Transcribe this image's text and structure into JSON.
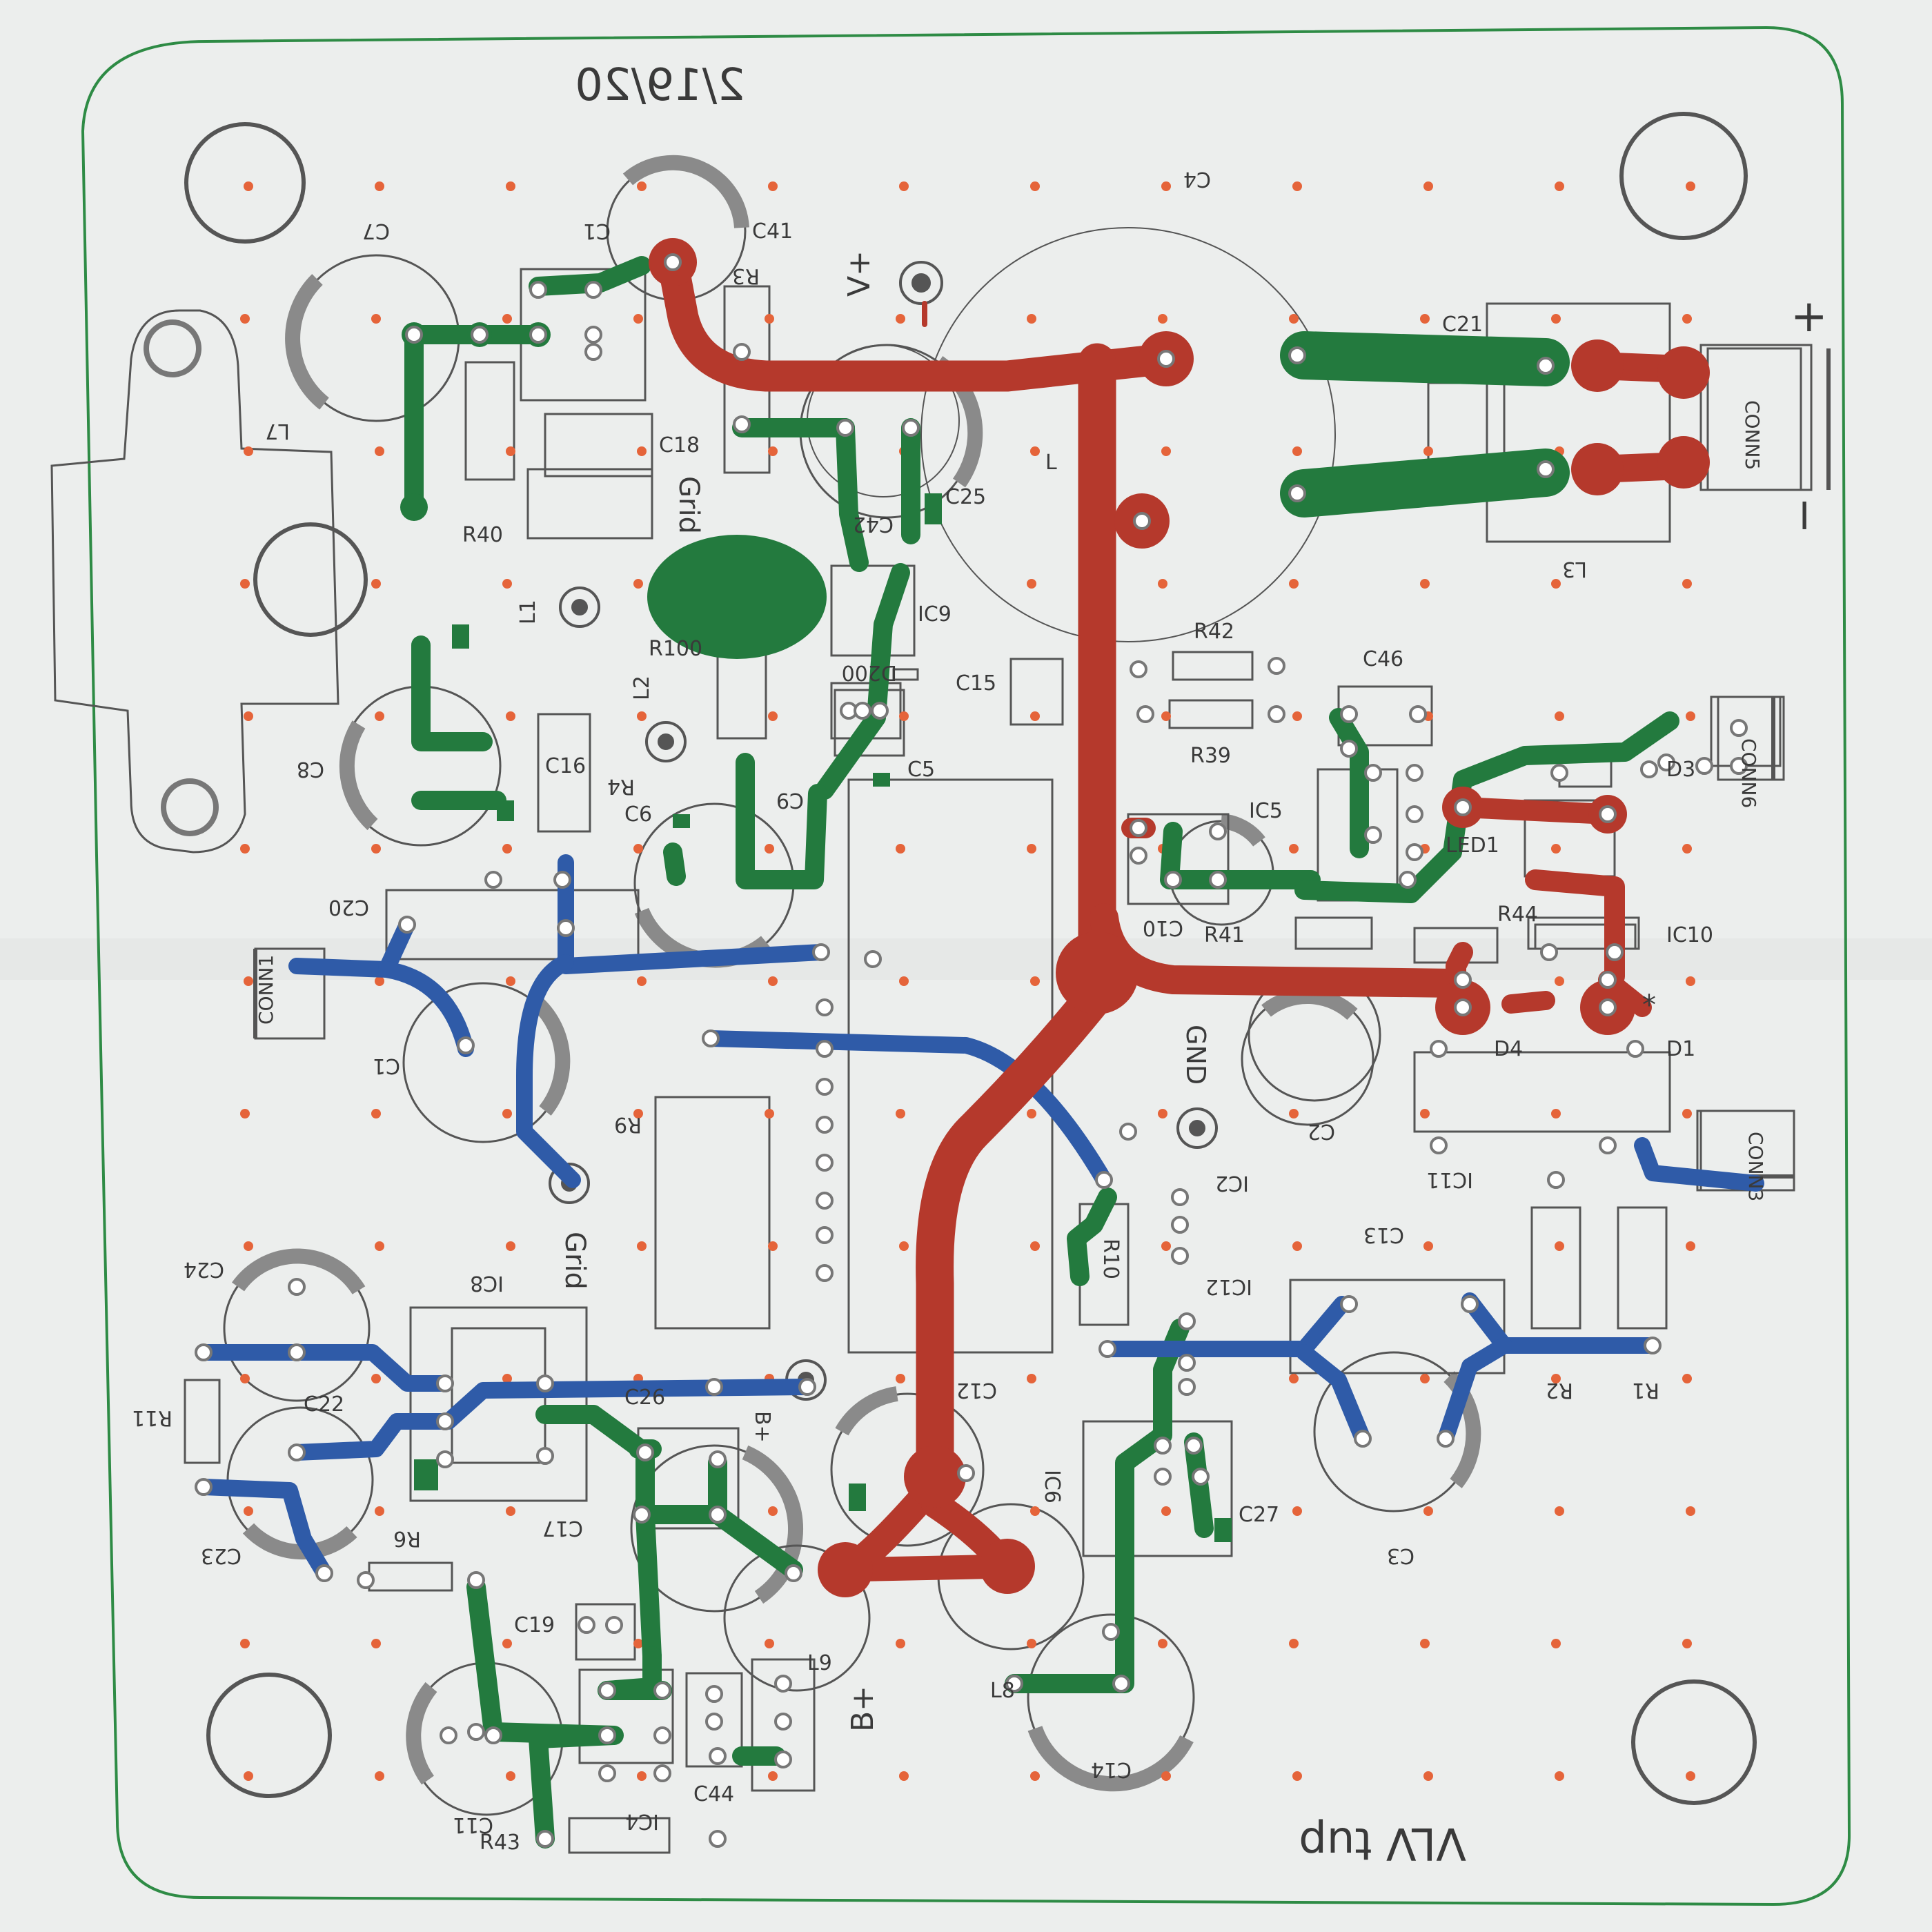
{
  "board": {
    "date_note": "2/19/20",
    "signature": "VLV tup",
    "colors": {
      "outline": "#2e8b45",
      "top_copper": "#b5392c",
      "mid_copper": "#237a3e",
      "bottom_copper": "#2f5ba8",
      "silkscreen": "#444444",
      "grid_dot": "#e5643a",
      "ghost": "#8a8a8a"
    },
    "marks": {
      "plus": "+",
      "minus": "−"
    }
  },
  "labels": {
    "C41": "C41",
    "C1_top": "C1",
    "R3": "R3",
    "V_plus": "V+",
    "C4": "C4",
    "C7": "C7",
    "L7": "L7",
    "C18": "C18",
    "Grid_top": "Grid",
    "R40": "R40",
    "C25": "C25",
    "C42": "C42",
    "L": "L",
    "C21": "C21",
    "CONN5": "CONN5",
    "L3": "L3",
    "L1": "L1",
    "IC9": "IC9",
    "R100": "R100",
    "D200": "D200",
    "L2": "L2",
    "C15": "C15",
    "R42": "R42",
    "C46": "C46",
    "R39": "R39",
    "C8": "C8",
    "C16": "C16",
    "R4": "R4",
    "C5": "C5",
    "C9": "C9",
    "C6": "C6",
    "IC5": "IC5",
    "CONN6": "CONN6",
    "D3": "D3",
    "LED1": "LED1",
    "C20": "C20",
    "C10": "C10",
    "R41": "R41",
    "R44": "R44",
    "IC10": "IC10",
    "CONN1": "CONN1",
    "C1_mid": "C1",
    "GND": "GND",
    "D4": "D4",
    "D1": "D1",
    "C2": "C2",
    "R9": "R9",
    "IC2": "IC2",
    "IC11": "IC11",
    "CONN3": "CONN3",
    "Grid_mid": "Grid",
    "C24": "C24",
    "IC8": "IC8",
    "R10": "R10",
    "C13": "C13",
    "IC12": "IC12",
    "R11": "R11",
    "C22": "C22",
    "C26": "C26",
    "B_plus_top": "B+",
    "C12": "C12",
    "R2": "R2",
    "R1": "R1",
    "IC6": "IC6",
    "C27": "C27",
    "C23": "C23",
    "R6": "R6",
    "C17": "C17",
    "C3": "C3",
    "C19": "C19",
    "L9": "L9",
    "L8": "L8",
    "B_plus_bot": "B+",
    "C44": "C44",
    "C14": "C14",
    "C11": "C11",
    "R43": "R43",
    "IC4": "IC4",
    "star": "*"
  }
}
